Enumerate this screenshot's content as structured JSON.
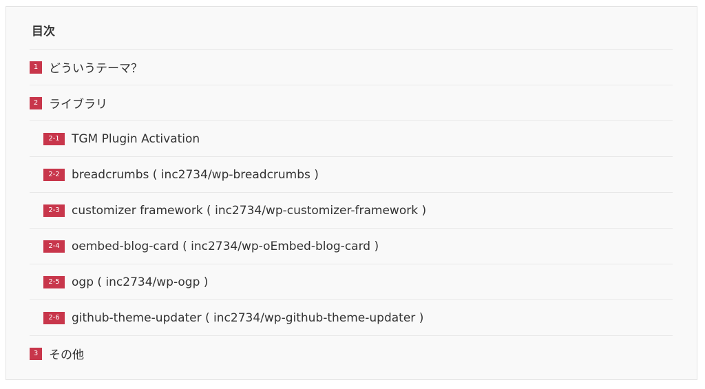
{
  "toc": {
    "title": "目次",
    "accent_color": "#c8364b",
    "items": [
      {
        "num": "1",
        "label": "どういうテーマ？",
        "level": 1
      },
      {
        "num": "2",
        "label": "ライブラリ",
        "level": 1
      },
      {
        "num": "2-1",
        "label": "TGM Plugin Activation",
        "level": 2
      },
      {
        "num": "2-2",
        "label": "breadcrumbs ( inc2734/wp-breadcrumbs )",
        "level": 2
      },
      {
        "num": "2-3",
        "label": "customizer framework ( inc2734/wp-customizer-framework )",
        "level": 2
      },
      {
        "num": "2-4",
        "label": "oembed-blog-card ( inc2734/wp-oEmbed-blog-card )",
        "level": 2
      },
      {
        "num": "2-5",
        "label": "ogp ( inc2734/wp-ogp )",
        "level": 2
      },
      {
        "num": "2-6",
        "label": "github-theme-updater ( inc2734/wp-github-theme-updater )",
        "level": 2
      },
      {
        "num": "3",
        "label": "その他",
        "level": 1
      }
    ]
  }
}
